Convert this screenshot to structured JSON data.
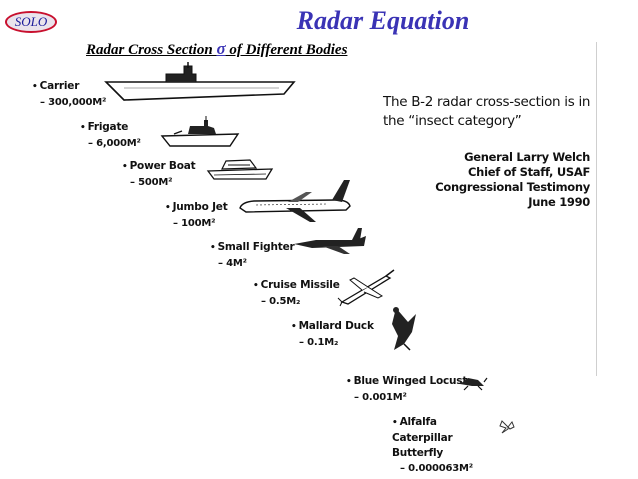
{
  "badge": {
    "label": "SOLO"
  },
  "header": {
    "title": "Radar Equation",
    "subtitle_prefix": "Radar Cross Section ",
    "subtitle_symbol": "σ",
    "subtitle_suffix": " of Different Bodies"
  },
  "items": [
    {
      "name": "Carrier",
      "value": "– 300,000M²",
      "icon": "aircraft-carrier-icon"
    },
    {
      "name": "Frigate",
      "value": "– 6,000M²",
      "icon": "frigate-icon"
    },
    {
      "name": "Power Boat",
      "value": "– 500M²",
      "icon": "power-boat-icon"
    },
    {
      "name": "Jumbo Jet",
      "value": "– 100M²",
      "icon": "jumbo-jet-icon"
    },
    {
      "name": "Small Fighter",
      "value": "– 4M²",
      "icon": "fighter-jet-icon"
    },
    {
      "name": "Cruise Missile",
      "value": "– 0.5M₂",
      "icon": "cruise-missile-icon"
    },
    {
      "name": "Mallard Duck",
      "value": "– 0.1M₂",
      "icon": "duck-icon"
    },
    {
      "name": "Blue Winged Locust",
      "value": "– 0.001M²",
      "icon": "locust-icon"
    },
    {
      "name": "Alfalfa Caterpillar Butterfly",
      "value": "– 0.000063M²",
      "icon": "butterfly-icon"
    }
  ],
  "quote": {
    "text": "The B-2 radar cross-section is in the “insect category”"
  },
  "attribution": {
    "name": "General Larry Welch",
    "role": "Chief of Staff, USAF",
    "event": "Congressional Testimony",
    "date": "June 1990"
  }
}
